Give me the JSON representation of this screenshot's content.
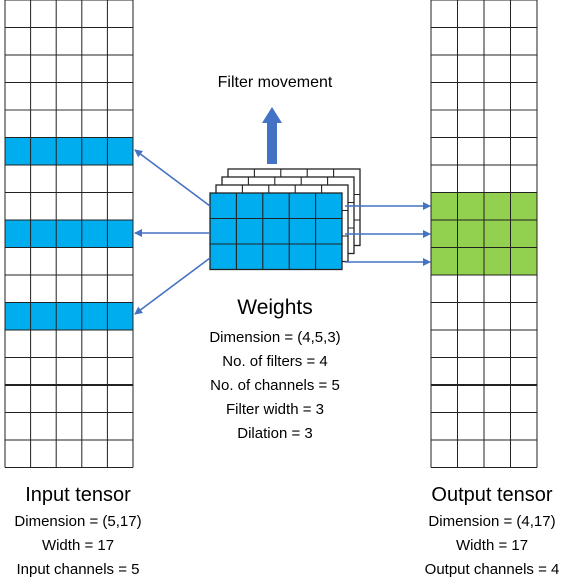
{
  "input_tensor": {
    "title": "Input tensor",
    "dimension": "Dimension = (5,17)",
    "width": "Width = 17",
    "channels": "Input channels = 5",
    "columns": 5,
    "rows": 17,
    "highlighted_rows": [
      5,
      8,
      11
    ],
    "highlight_color": "#00AEEF"
  },
  "output_tensor": {
    "title": "Output tensor",
    "dimension": "Dimension = (4,17)",
    "width": "Width = 17",
    "channels": "Output channels = 4",
    "columns": 4,
    "rows": 17,
    "highlighted_rows": [
      7,
      8,
      9
    ],
    "highlight_color": "#92D050"
  },
  "weights": {
    "title": "Weights",
    "dimension": "Dimension = (4,5,3)",
    "filters": "No. of filters = 4",
    "channels": "No. of channels = 5",
    "filter_width": "Filter width = 3",
    "dilation": "Dilation = 3",
    "columns": 5,
    "rows": 3,
    "stack_count": 4,
    "color": "#00AEEF"
  },
  "filter_movement": {
    "label": "Filter movement",
    "arrow_color": "#4472C4"
  },
  "connector_color": "#4472C4"
}
